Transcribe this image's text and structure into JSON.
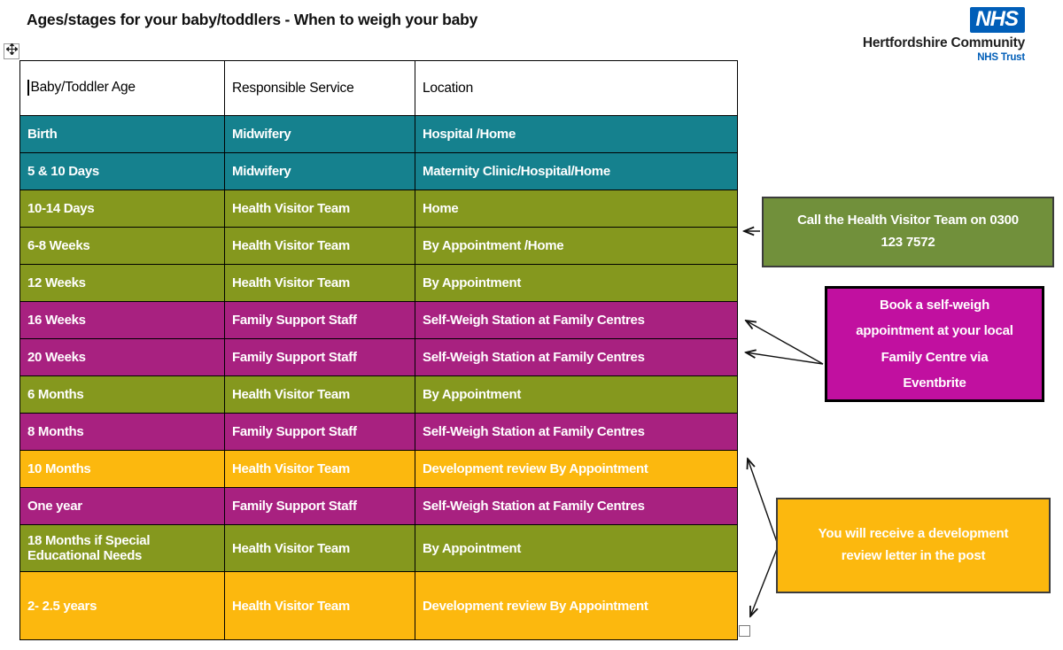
{
  "page": {
    "title": "Ages/stages for your baby/toddlers - When to weigh your baby"
  },
  "logo": {
    "nhs": "NHS",
    "org": "Hertfordshire Community",
    "suffix": "NHS Trust",
    "blue": "#005EB8"
  },
  "table": {
    "headers": [
      "Baby/Toddler Age",
      "Responsible Service",
      "Location"
    ],
    "colors": {
      "teal": "#15818E",
      "olive": "#85981E",
      "magenta": "#A82180",
      "gold": "#FCB80E"
    },
    "rows": [
      {
        "age": "Birth",
        "service": "Midwifery",
        "location": "Hospital /Home",
        "color": "teal"
      },
      {
        "age": "5 & 10 Days",
        "service": "Midwifery",
        "location": "Maternity Clinic/Hospital/Home",
        "color": "teal"
      },
      {
        "age": "10-14 Days",
        "service": "Health Visitor Team",
        "location": "Home",
        "color": "olive"
      },
      {
        "age": "6-8 Weeks",
        "service": "Health Visitor Team",
        "location": "By Appointment /Home",
        "color": "olive"
      },
      {
        "age": "12 Weeks",
        "service": "Health Visitor Team",
        "location": "By Appointment",
        "color": "olive"
      },
      {
        "age": "16 Weeks",
        "service": "Family Support Staff",
        "location": "Self-Weigh Station at Family Centres",
        "color": "magenta"
      },
      {
        "age": "20 Weeks",
        "service": "Family Support Staff",
        "location": "Self-Weigh Station at Family Centres",
        "color": "magenta"
      },
      {
        "age": "6 Months",
        "service": "Health Visitor Team",
        "location": "By Appointment",
        "color": "olive"
      },
      {
        "age": "8 Months",
        "service": "Family Support Staff",
        "location": "Self-Weigh Station at Family Centres",
        "color": "magenta"
      },
      {
        "age": "10 Months",
        "service": "Health Visitor Team",
        "location": "Development review By Appointment",
        "color": "gold"
      },
      {
        "age": "One year",
        "service": "Family Support Staff",
        "location": "Self-Weigh Station at Family Centres",
        "color": "magenta"
      },
      {
        "age": "18 Months if Special Educational Needs",
        "service": "Health Visitor Team",
        "location": "By Appointment",
        "color": "olive",
        "tall": true
      },
      {
        "age": "2- 2.5 years",
        "service": "Health Visitor Team",
        "location": "Development review By Appointment",
        "color": "gold"
      }
    ]
  },
  "callouts": {
    "health_visitor": {
      "text": "Call the Health Visitor Team on 0300 123 7572",
      "bg": "#71903B"
    },
    "self_weigh": {
      "text": "Book a self-weigh appointment at your local Family Centre via Eventbrite",
      "bg": "#C110A0"
    },
    "development_review": {
      "text": "You will receive a development review letter in the post",
      "bg": "#FCB80E"
    }
  }
}
